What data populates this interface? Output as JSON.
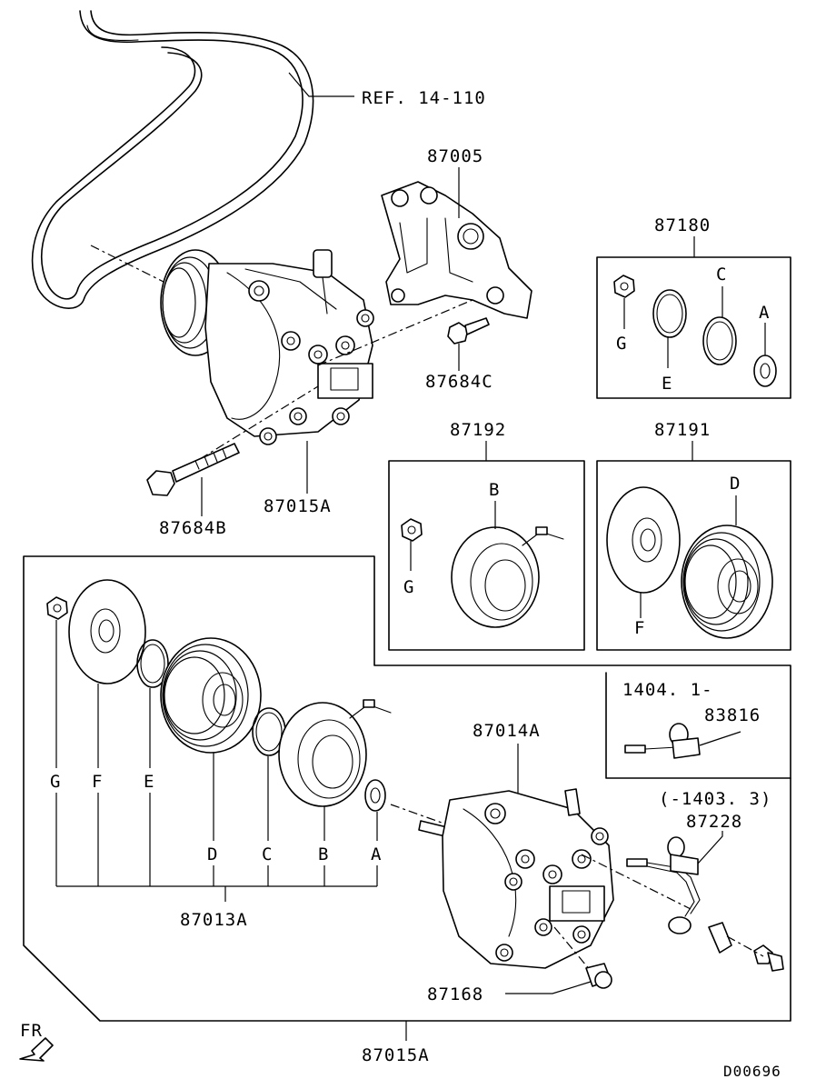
{
  "labels": {
    "ref_belt": "REF. 14-110",
    "bracket": "87005",
    "bracket_bolt": "87684C",
    "comp_bolt": "87684B",
    "compressor_top": "87015A",
    "kit_87180": "87180",
    "kit_87192": "87192",
    "kit_87191": "87191",
    "letter_g_1": "G",
    "letter_e_1": "E",
    "letter_c_1": "C",
    "letter_a_1": "A",
    "letter_b_2": "B",
    "letter_g_2": "G",
    "letter_d_3": "D",
    "letter_f_3": "F",
    "clutch_g": "G",
    "clutch_f": "F",
    "clutch_e": "E",
    "clutch_d": "D",
    "clutch_c": "C",
    "clutch_b": "B",
    "clutch_a": "A",
    "clutch_assy": "87013A",
    "comp_body": "87014A",
    "date_from": "1404. 1-",
    "sensor_new": "83816",
    "date_to": "(-1403. 3)",
    "sensor_old": "87228",
    "relief_valve": "87168",
    "compressor_bottom": "87015A",
    "fr": "FR",
    "diagram_code": "D00696"
  }
}
